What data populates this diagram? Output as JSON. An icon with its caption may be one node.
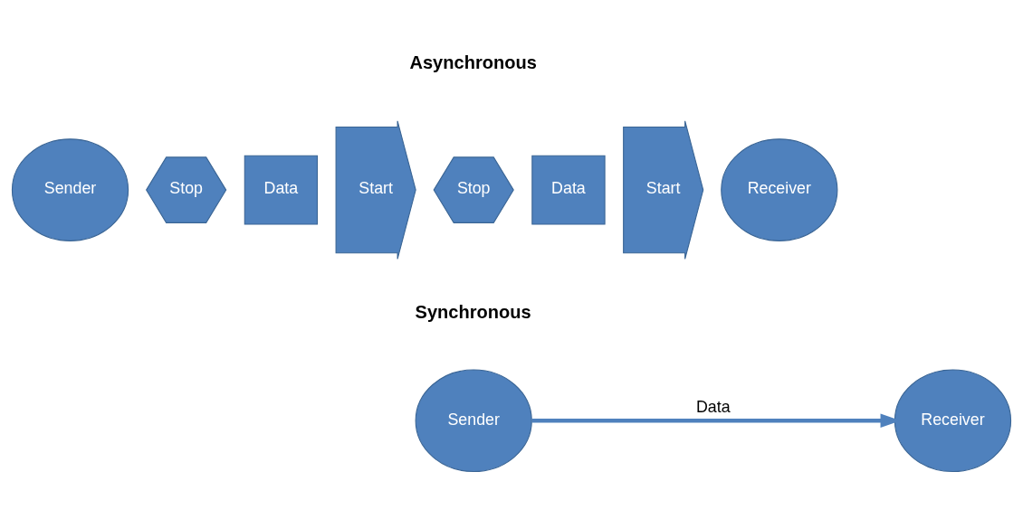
{
  "diagram": {
    "nodes": [
      {
        "text": [
          "Sender"
        ]
      },
      {
        "text": [
          "Stop"
        ]
      },
      {
        "text": [
          "Data"
        ]
      },
      {
        "text": [
          "Start"
        ]
      },
      {
        "text": [
          "Stop"
        ]
      },
      {
        "text": [
          "Data"
        ]
      },
      {
        "text": [
          "Start"
        ]
      },
      {
        "text": [
          "Receiver"
        ]
      },
      {
        "text": [
          "Sender"
        ]
      },
      {
        "text": [
          "Receiver"
        ]
      }
    ],
    "edges": [
      {
        "from": 8,
        "to": 9,
        "arrow": "to",
        "label": "Data"
      }
    ],
    "labels": [
      "Asynchronous",
      "Synchronous"
    ]
  }
}
